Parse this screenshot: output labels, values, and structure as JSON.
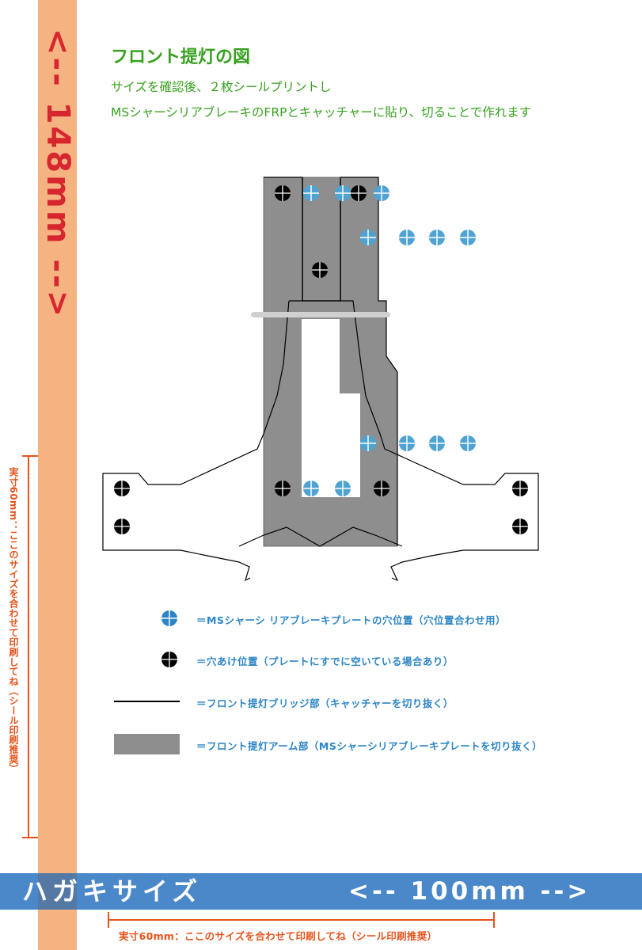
{
  "title": "フロント提灯の図",
  "description": [
    "サイズを確認後、２枚シールプリントし",
    "MSシャーシリアブレーキのFRPとキャッチャーに貼り、切ることで作れます"
  ],
  "vertical_dimension": "<-- 148mm -->",
  "legend": {
    "blue_hole": "＝MSシャーシ リアブレーキプレートの穴位置（穴位置合わせ用）",
    "black_hole": "＝穴あけ位置（プレートにすでに空いている場合あり）",
    "line": "＝フロント提灯ブリッジ部（キャッチャーを切り抜く）",
    "gray_fill": "＝フロント提灯アーム部（MSシャーシリアブレーキプレートを切り抜く）"
  },
  "bottom_bar": {
    "title": "ハガキサイズ",
    "dimension": "<-- 100mm -->"
  },
  "print_note_vertical": "実寸60mm：ここのサイズを合わせて印刷してね（シール印刷推奨）",
  "print_note_horizontal": "実寸60mm：ここのサイズを合わせて印刷してね（シール印刷推奨）",
  "colors": {
    "band": "#f5b381",
    "accent_green": "#37a11f",
    "legend_blue": "#2c85c6",
    "note_orange": "#e5541c",
    "bar_blue": "#4a88c9",
    "arm_gray": "#8e8e8e",
    "hole_blue": "#4fa3d4",
    "hole_black": "#000000"
  }
}
